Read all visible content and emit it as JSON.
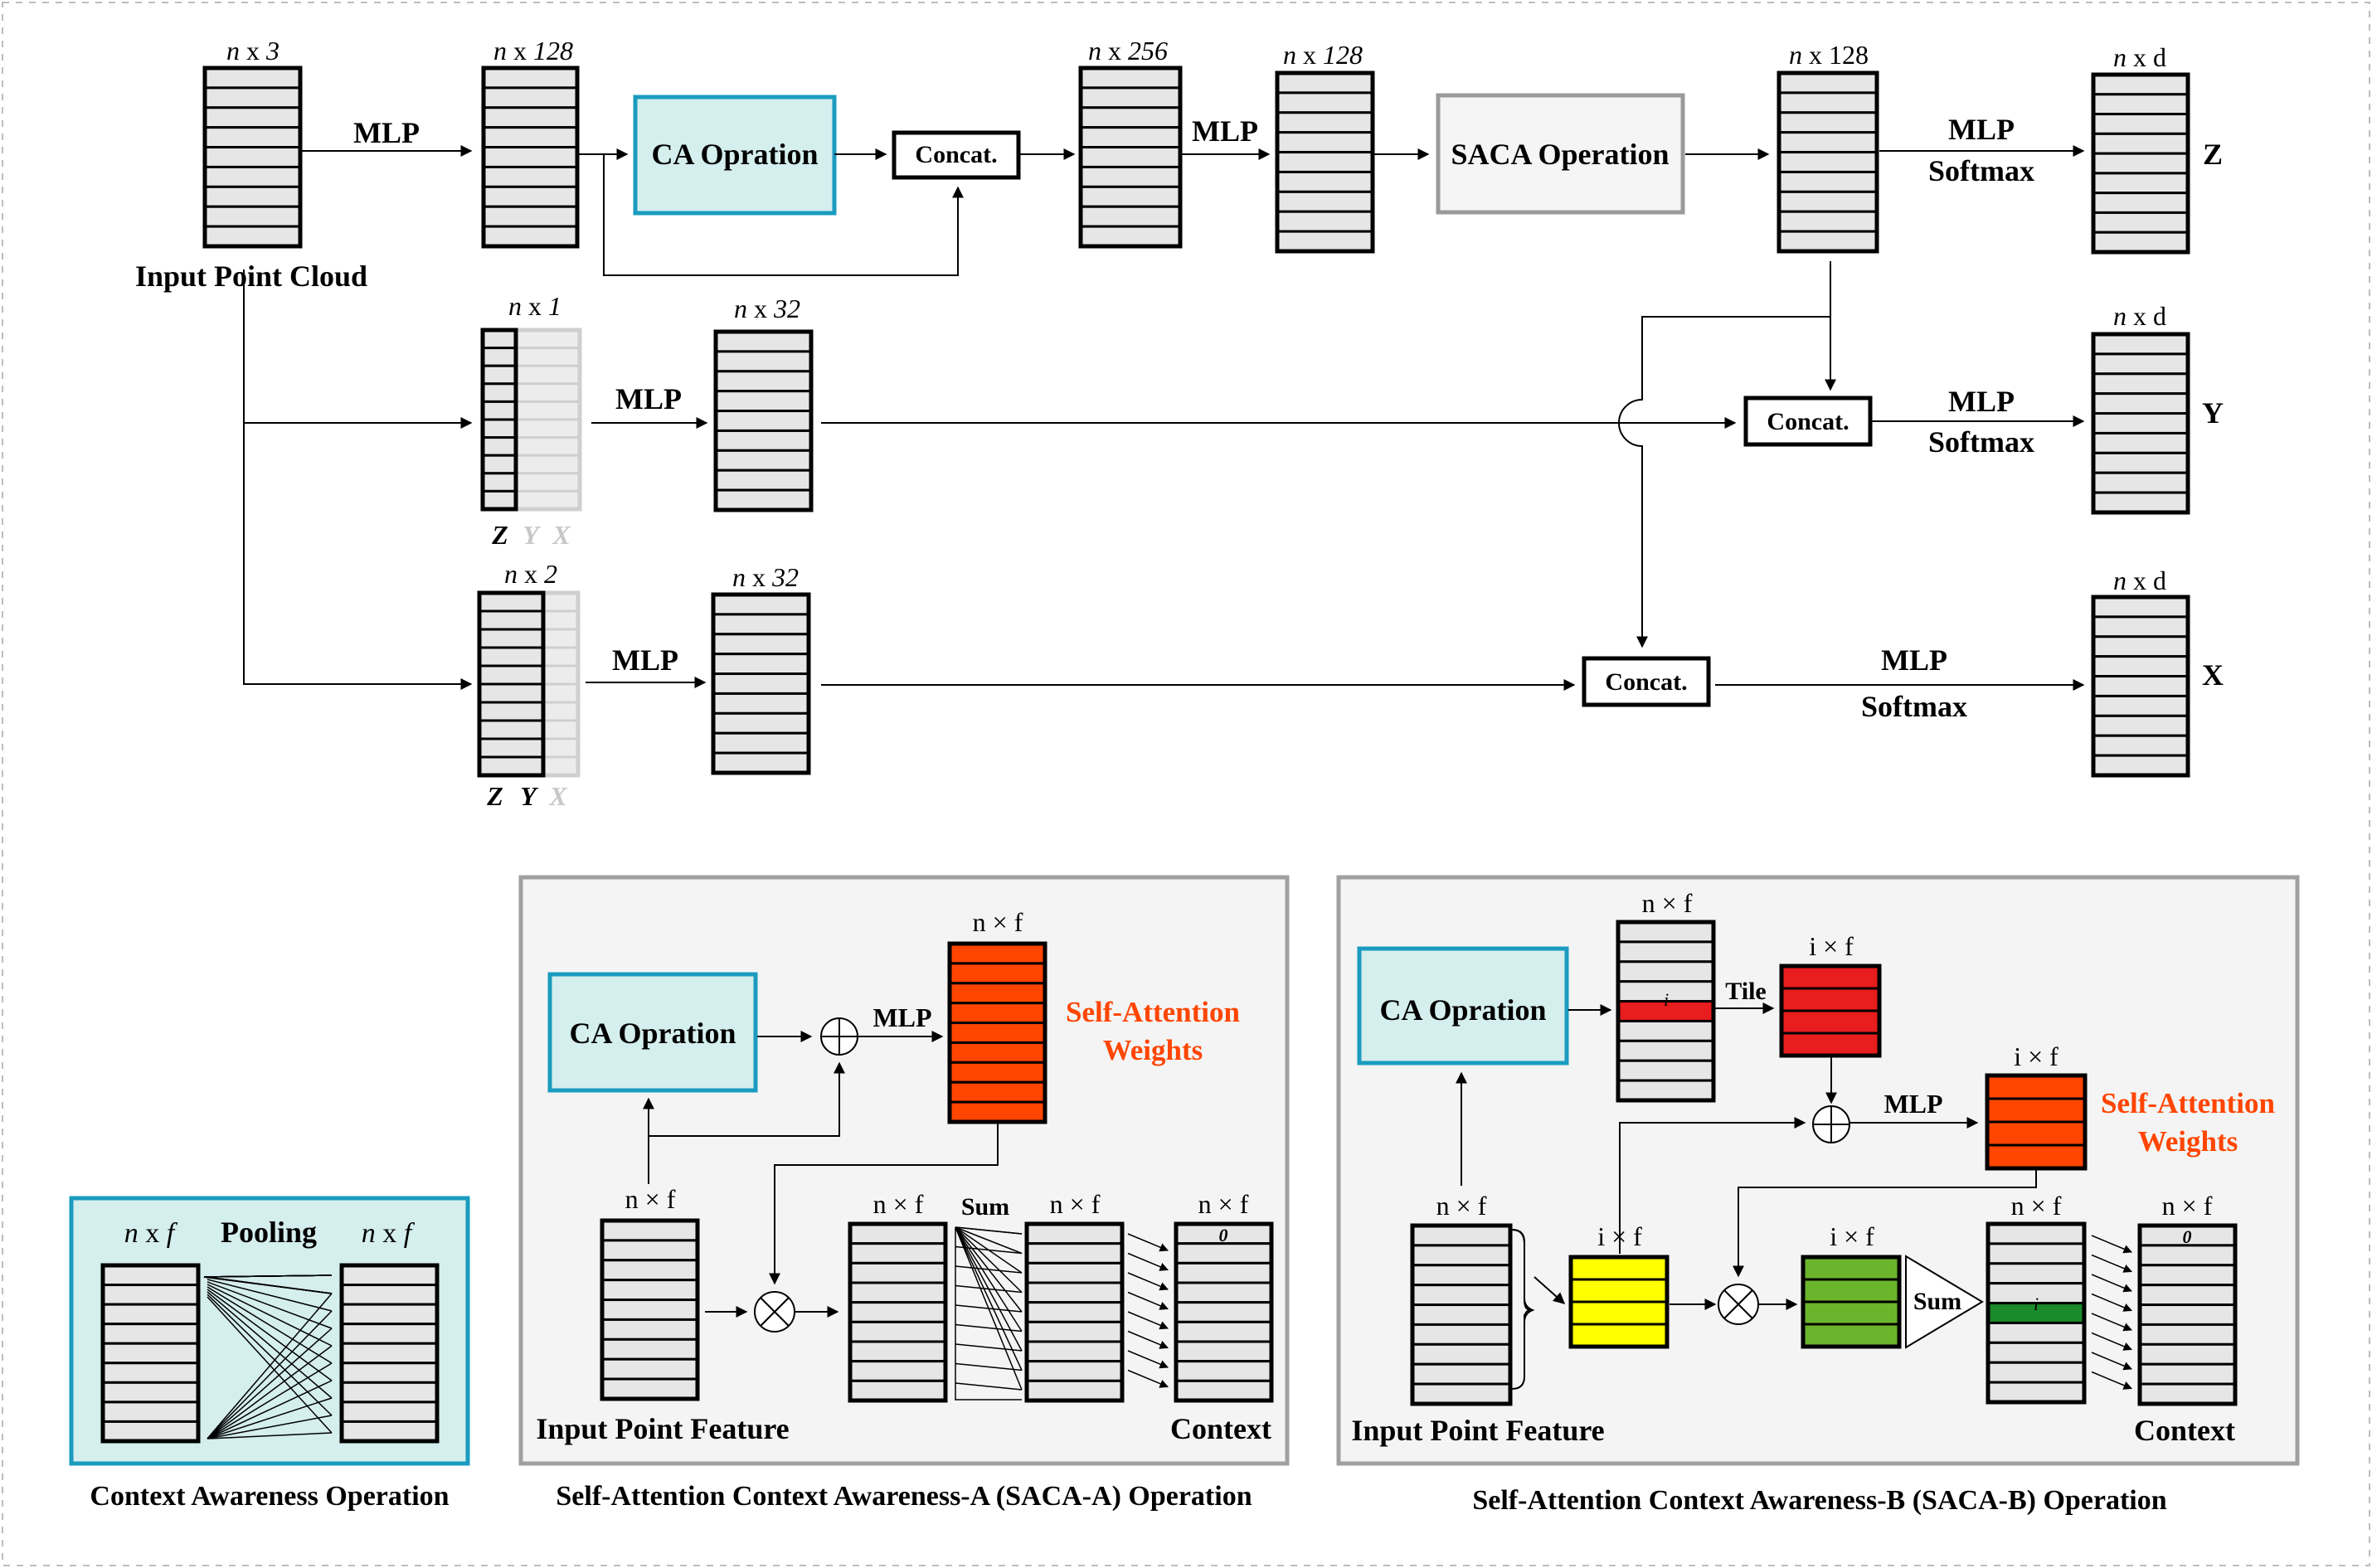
{
  "main": {
    "input_label": "Input Point Cloud",
    "dims": {
      "n3": [
        "n",
        " x ",
        "3"
      ],
      "n128a": [
        "n",
        " x ",
        "128"
      ],
      "n256": [
        "n",
        " x ",
        "256"
      ],
      "n128b": [
        "n",
        " x ",
        "128"
      ],
      "n128c": [
        "n",
        " x ",
        "128"
      ],
      "nd": [
        "n",
        " x d"
      ],
      "n1": [
        "n",
        " x ",
        "1"
      ],
      "n32": [
        "n",
        " x ",
        "32"
      ],
      "n2": [
        "n",
        " x ",
        "2"
      ]
    },
    "mlp": "MLP",
    "softmax": "Softmax",
    "ca_box": "CA Opration",
    "saca_box": "SACA Operation",
    "concat": "Concat.",
    "out_z": "Z",
    "out_y": "Y",
    "out_x": "X",
    "axis_z": "Z",
    "axis_y": "Y",
    "axis_x": "X"
  },
  "ca": {
    "caption": "Context Awareness Operation",
    "dim": [
      "n",
      " x ",
      "f"
    ],
    "pooling": "Pooling"
  },
  "saca_a": {
    "caption": "Self-Attention Context Awareness-A (SACA-A) Operation",
    "ca_box": "CA Opration",
    "mlp": "MLP",
    "dim_nf": "n × f",
    "attn_line1": "Self-Attention",
    "attn_line2": "Weights",
    "input_label": "Input Point Feature",
    "sum": "Sum",
    "context": "Context",
    "zero": "0"
  },
  "saca_b": {
    "caption": "Self-Attention Context Awareness-B (SACA-B) Operation",
    "ca_box": "CA Opration",
    "dim_nf": "n × f",
    "dim_if": "i × f",
    "tile": "Tile",
    "mlp": "MLP",
    "attn_line1": "Self-Attention",
    "attn_line2": "Weights",
    "input_label": "Input Point Feature",
    "sum": "Sum",
    "context": "Context",
    "i": "i",
    "zero": "0"
  },
  "colors": {
    "ca_fill": "#d5eeee",
    "ca_border": "#1a9bbf",
    "saca_fill": "#f5f5f5",
    "saca_border": "#9a9a9a",
    "row_fill": "#e6e6e6",
    "attention": "#ff4500",
    "red": "#e81d1d",
    "yellow": "#ffff00",
    "green": "#6bb52c",
    "dark_green": "#1a8a2a",
    "panel_fill": "#f4f4f4",
    "panel_border": "#a0a0a0"
  }
}
